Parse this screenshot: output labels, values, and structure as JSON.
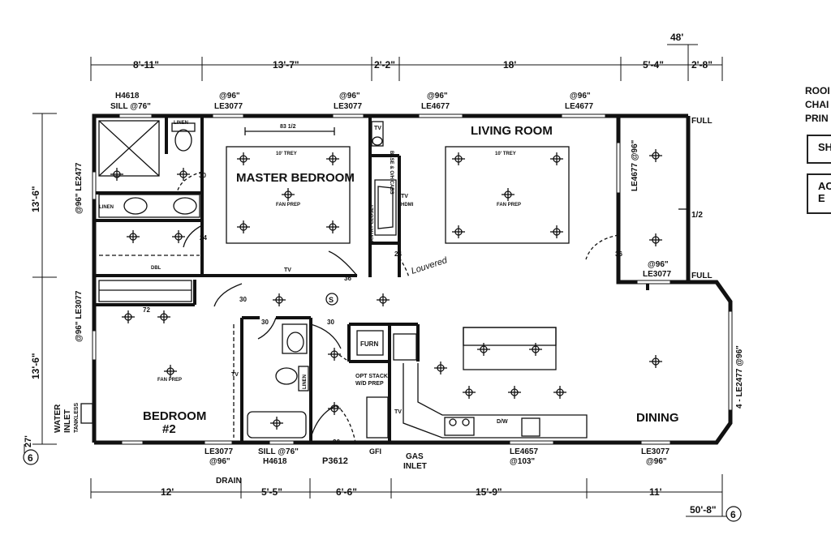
{
  "dims_top": {
    "overall": "48'",
    "segments": [
      "8'-11\"",
      "13'-7\"",
      "2'-2\"",
      "18'",
      "5'-4\"",
      "2'-8\""
    ]
  },
  "dims_bottom": {
    "overall": "50'-8\"",
    "segments": [
      "12'",
      "5'-5\"",
      "6'-6\"",
      "15'-9\"",
      "11'"
    ]
  },
  "dims_left": {
    "segments": [
      "13'-6\"",
      "13'-6\""
    ],
    "offset": "27'"
  },
  "grid_marker": "6",
  "rooms": {
    "master_bedroom": "MASTER BEDROOM",
    "living_room": "LIVING ROOM",
    "bedroom2_line1": "BEDROOM",
    "bedroom2_line2": "#2",
    "dining": "DINING"
  },
  "windows": {
    "top_sill": "H4618",
    "top_sill_at": "SILL @76\"",
    "top2_at": "@96\"",
    "top2_code": "LE3077",
    "top3_at": "@96\"",
    "top3_code": "LE3077",
    "top4_at": "@96\"",
    "top4_code": "LE4677",
    "top5_at": "@96\"",
    "top5_code": "LE4677",
    "left1": "@96\" LE2477",
    "left2": "@96\" LE3077",
    "right_main": "4 - LE2477 @96\"",
    "right_bay": "LE4677 @96\"",
    "bay_bottom_at": "@96\"",
    "bay_bottom_code": "LE3077",
    "bot1_code": "LE3077",
    "bot1_at": "@96\"",
    "bot2_at": "SILL @76\"",
    "bot2_code": "H4618",
    "bot3_code": "LE4657",
    "bot3_at": "@103\"",
    "bot4_code": "LE3077",
    "bot4_at": "@96\""
  },
  "notes": {
    "full1": "FULL",
    "full2": "FULL",
    "half": "1/2",
    "trey_master": "10' TREY",
    "trey_living": "10' TREY",
    "fan_master": "FAN PREP",
    "fan_living": "FAN PREP",
    "fan_bed2": "FAN PREP",
    "span": "83 1/2",
    "linen1": "LINEN",
    "linen2": "LINEN",
    "linen3": "LINEN",
    "dbl": "DBL",
    "base_cabs": "BASE & O/H CABS",
    "hdmi": "HDMI",
    "tv": "TV",
    "pantry": "PANTRY CLOSET",
    "louvered": "Louvered",
    "furn": "FURN",
    "opt_stack": "OPT STACK",
    "wd_prep": "W/D PREP",
    "dw": "D/W",
    "s_mark": "S",
    "p_code": "P3612",
    "drain": "DRAIN",
    "gas1": "GAS",
    "gas2": "INLET",
    "gfi": "GFI",
    "water1": "WATER",
    "water2": "INLET",
    "tankless": "TANKLESS",
    "d30a": "30",
    "d30b": "30",
    "d30c": "30",
    "d30d": "30",
    "d24a": "24",
    "d24b": "24",
    "d36a": "36",
    "d36b": "36",
    "d36c": "36",
    "d72": "72"
  },
  "side_panel": {
    "line1": "ROOI",
    "line2": "CHAI",
    "line3": "PRIN",
    "box1": "SH",
    "box2_line1": "AC",
    "box2_line2": "E"
  }
}
